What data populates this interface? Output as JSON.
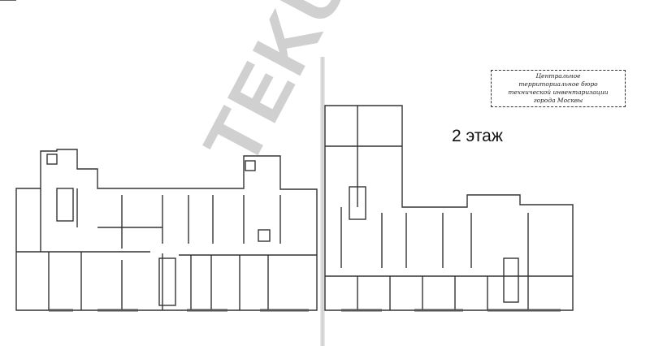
{
  "plan": {
    "title": "2 этаж",
    "stamp": {
      "lines": [
        "Центральное",
        "территориальное бюро",
        "технической инвентаризации",
        "города Москвы"
      ]
    },
    "watermark": "TEKUS",
    "colors": {
      "line": "#333333",
      "watermark": "#999999"
    }
  }
}
